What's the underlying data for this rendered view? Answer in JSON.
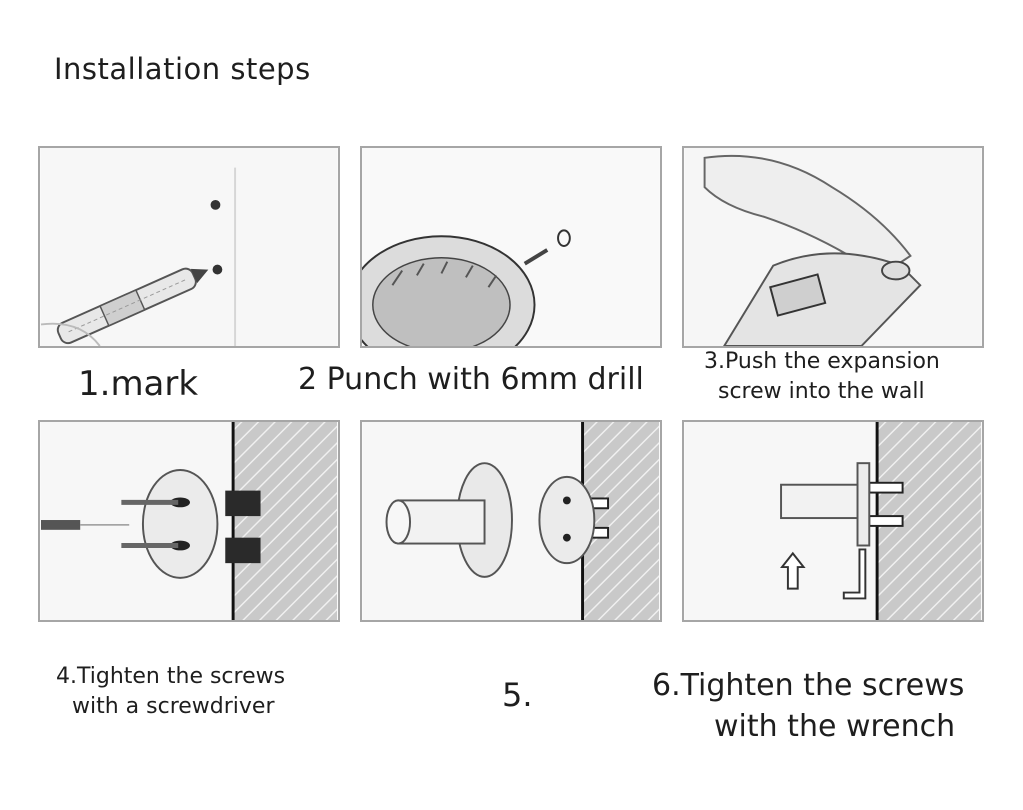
{
  "page": {
    "title": "Installation steps"
  },
  "steps": [
    {
      "caption_lines": [
        "1.mark"
      ],
      "illustration": "marker-on-wall"
    },
    {
      "caption_lines": [
        "2 Punch with 6mm drill"
      ],
      "illustration": "drill"
    },
    {
      "caption_lines": [
        "3.Push the expansion",
        "screw into the wall"
      ],
      "illustration": "hand-pushing-anchor"
    },
    {
      "caption_lines": [
        "4.Tighten the screws",
        "with a screwdriver"
      ],
      "illustration": "screwdriver-base-plate"
    },
    {
      "caption_lines": [
        "5."
      ],
      "illustration": "hook-and-base-plate"
    },
    {
      "caption_lines": [
        "6.Tighten the screws",
        "with the wrench"
      ],
      "illustration": "hook-with-hex-wrench"
    }
  ],
  "colors": {
    "panel_border": "#a6a6a6",
    "hatch": "#b5b5b5",
    "ink": "#1e1e1e"
  }
}
